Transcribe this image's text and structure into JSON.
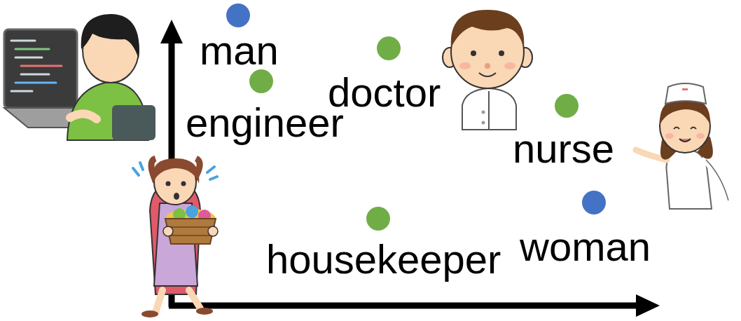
{
  "diagram": {
    "labels": [
      "man",
      "doctor",
      "engineer",
      "nurse",
      "woman",
      "housekeeper"
    ]
  }
}
